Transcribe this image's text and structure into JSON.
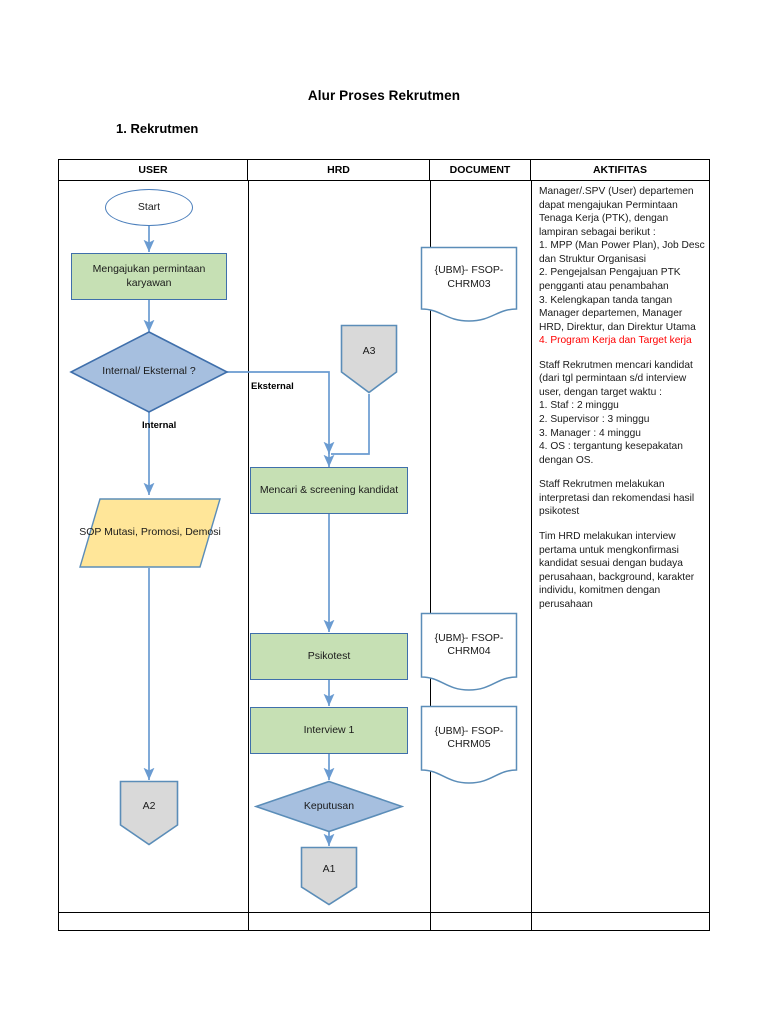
{
  "document": {
    "title": "Alur Proses Rekrutmen",
    "section": "1. Rekrutmen"
  },
  "table": {
    "headers": [
      "USER",
      "HRD",
      "DOCUMENT",
      "AKTIFITAS"
    ]
  },
  "flow": {
    "user_column": [
      {
        "id": "start",
        "shape": "terminator-oval",
        "label": "Start"
      },
      {
        "id": "mengajukan",
        "shape": "process",
        "label": "Mengajukan permintaan karyawan"
      },
      {
        "id": "internal-eksternal",
        "shape": "decision",
        "label": "Internal/ Eksternal ?"
      },
      {
        "id": "sop",
        "shape": "data-parallelogram",
        "label": "SOP Mutasi, Promosi, Demosi"
      },
      {
        "id": "a2",
        "shape": "off-page-connector",
        "label": "A2"
      }
    ],
    "hrd_column": [
      {
        "id": "a3",
        "shape": "off-page-connector",
        "label": "A3"
      },
      {
        "id": "mencari",
        "shape": "process",
        "label": "Mencari & screening kandidat"
      },
      {
        "id": "psikotest",
        "shape": "process",
        "label": "Psikotest"
      },
      {
        "id": "interview1",
        "shape": "process",
        "label": "Interview 1"
      },
      {
        "id": "keputusan",
        "shape": "decision",
        "label": "Keputusan"
      },
      {
        "id": "a1",
        "shape": "off-page-connector",
        "label": "A1"
      }
    ],
    "document_column": [
      {
        "id": "doc-chrm03",
        "shape": "document",
        "label": "{UBM}-\nFSOP-\nCHRM03"
      },
      {
        "id": "doc-chrm04",
        "shape": "document",
        "label": "{UBM}-\nFSOP-\nCHRM04"
      },
      {
        "id": "doc-chrm05",
        "shape": "document",
        "label": "{UBM}-\nFSOP-\nCHRM05"
      }
    ],
    "edge_labels": {
      "eksternal": "Eksternal",
      "internal": "Internal"
    }
  },
  "activities": {
    "block1": "Manager/.SPV (User) departemen dapat mengajukan Permintaan Tenaga Kerja (PTK), dengan lampiran sebagai berikut :\n1. MPP (Man Power Plan), Job Desc  dan Struktur Organisasi\n2. Pengejalsan Pengajuan PTK pengganti atau penambahan\n3. Kelengkapan tanda tangan Manager departemen, Manager HRD, Direktur, dan Direktur Utama",
    "block1_red": "4. Program Kerja dan Target kerja",
    "block2": "Staff Rekrutmen mencari kandidat (dari tgl permintaan s/d interview user, dengan target waktu :\n1. Staf : 2 minggu\n2. Supervisor : 3 minggu\n3. Manager : 4 minggu\n4. OS : tergantung kesepakatan dengan OS.",
    "block3": "Staff Rekrutmen melakukan interpretasi dan rekomendasi hasil psikotest",
    "block4": "Tim HRD melakukan interview pertama untuk mengkonfirmasi kandidat sesuai dengan budaya perusahaan, background, karakter individu, komitmen dengan perusahaan"
  },
  "colors": {
    "process_fill": "#c6e0b4",
    "decision_fill": "#a6bfdf",
    "parallelogram_fill": "#ffe699",
    "connector_fill": "#d9d9d9",
    "shape_stroke": "#3f6fab",
    "arrow_stroke": "#6a9bd1",
    "red_text": "#ff0000"
  }
}
